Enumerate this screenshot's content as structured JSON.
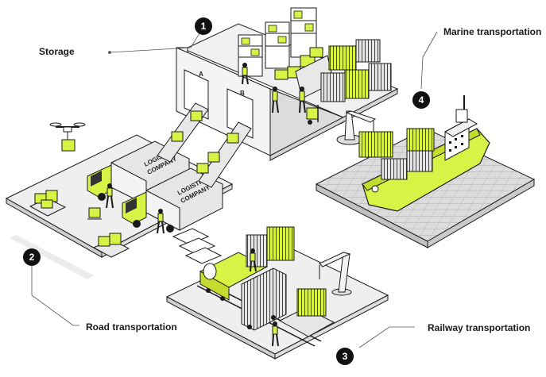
{
  "labels": {
    "storage": "Storage",
    "marine": "Marine transportation",
    "road": "Road transportation",
    "railway": "Railway transportation"
  },
  "badges": {
    "storage": "1",
    "road": "2",
    "railway": "3",
    "marine": "4"
  },
  "truck_text": {
    "line1": "LOGISTIC",
    "line2": "COMPANY"
  },
  "gate_text": {
    "left": "A",
    "right": "B"
  },
  "colors": {
    "accent": "#d9f246",
    "outline": "#1a1a1a",
    "floor": "#f2f2f2",
    "floor_dark": "#d8d8d8",
    "water": "#d0d0d0"
  },
  "icons": [
    "drone-icon",
    "forklift-icon",
    "crane-icon",
    "ship-icon",
    "train-icon",
    "truck-icon"
  ]
}
